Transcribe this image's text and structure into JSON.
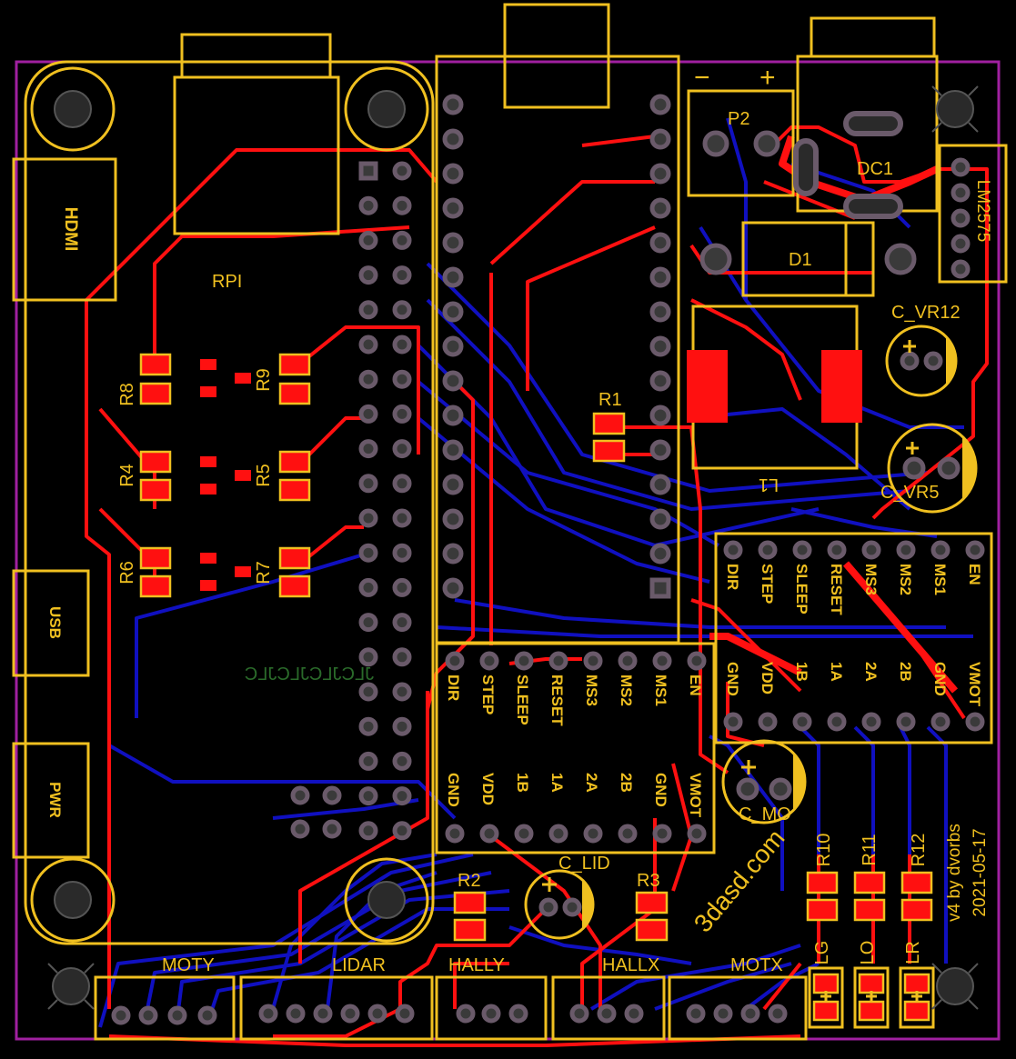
{
  "colors": {
    "background": "#000000",
    "board_outline": "#a020a0",
    "silkscreen": "#f0c020",
    "top_copper": "#ff1010",
    "bottom_copper": "#1010c0",
    "pad": "#6a5a6a",
    "drill": "#3a3a3a",
    "mount_hole": "#2a2a2a",
    "bottom_silk_text": "#2a6a2a"
  },
  "connectors": {
    "hdmi": "HDMI",
    "usb": "USB",
    "pwr": "PWR",
    "rpi": "RPI"
  },
  "power": {
    "p2": "P2",
    "minus": "−",
    "plus": "+",
    "dc1": "DC1",
    "regulator": "LM2575",
    "d1": "D1",
    "l1": "L1",
    "c_vr12": "C_VR12",
    "c_vr5": "C_VR5"
  },
  "resistors": {
    "r8": "R8",
    "r9": "R9",
    "r4": "R4",
    "r5": "R5",
    "r6": "R6",
    "r7": "R7",
    "r1": "R1",
    "r2": "R2",
    "r3": "R3",
    "r10": "R10",
    "r11": "R11",
    "r12": "R12"
  },
  "caps": {
    "c_lid": "C_LID",
    "c_mo": "C_MO"
  },
  "leds": {
    "lg": "LG",
    "lo": "LO",
    "lr": "LR"
  },
  "driver_pins": {
    "top_row": [
      "DIR",
      "STEP",
      "SLEEP",
      "RESET",
      "MS3",
      "MS2",
      "MS1",
      "EN"
    ],
    "bottom_row": [
      "GND",
      "VDD",
      "1B",
      "1A",
      "2A",
      "2B",
      "GND",
      "VMOT"
    ]
  },
  "headers": {
    "moty": "MOTY",
    "lidar": "LIDAR",
    "hally": "HALLY",
    "hallx": "HALLX",
    "motx": "MOTX"
  },
  "branding": {
    "website": "3dasd.com",
    "version": "v4 by dvorbs",
    "date": "2021-05-17",
    "mirrored_code": "JLCJLCJLCJLC"
  }
}
